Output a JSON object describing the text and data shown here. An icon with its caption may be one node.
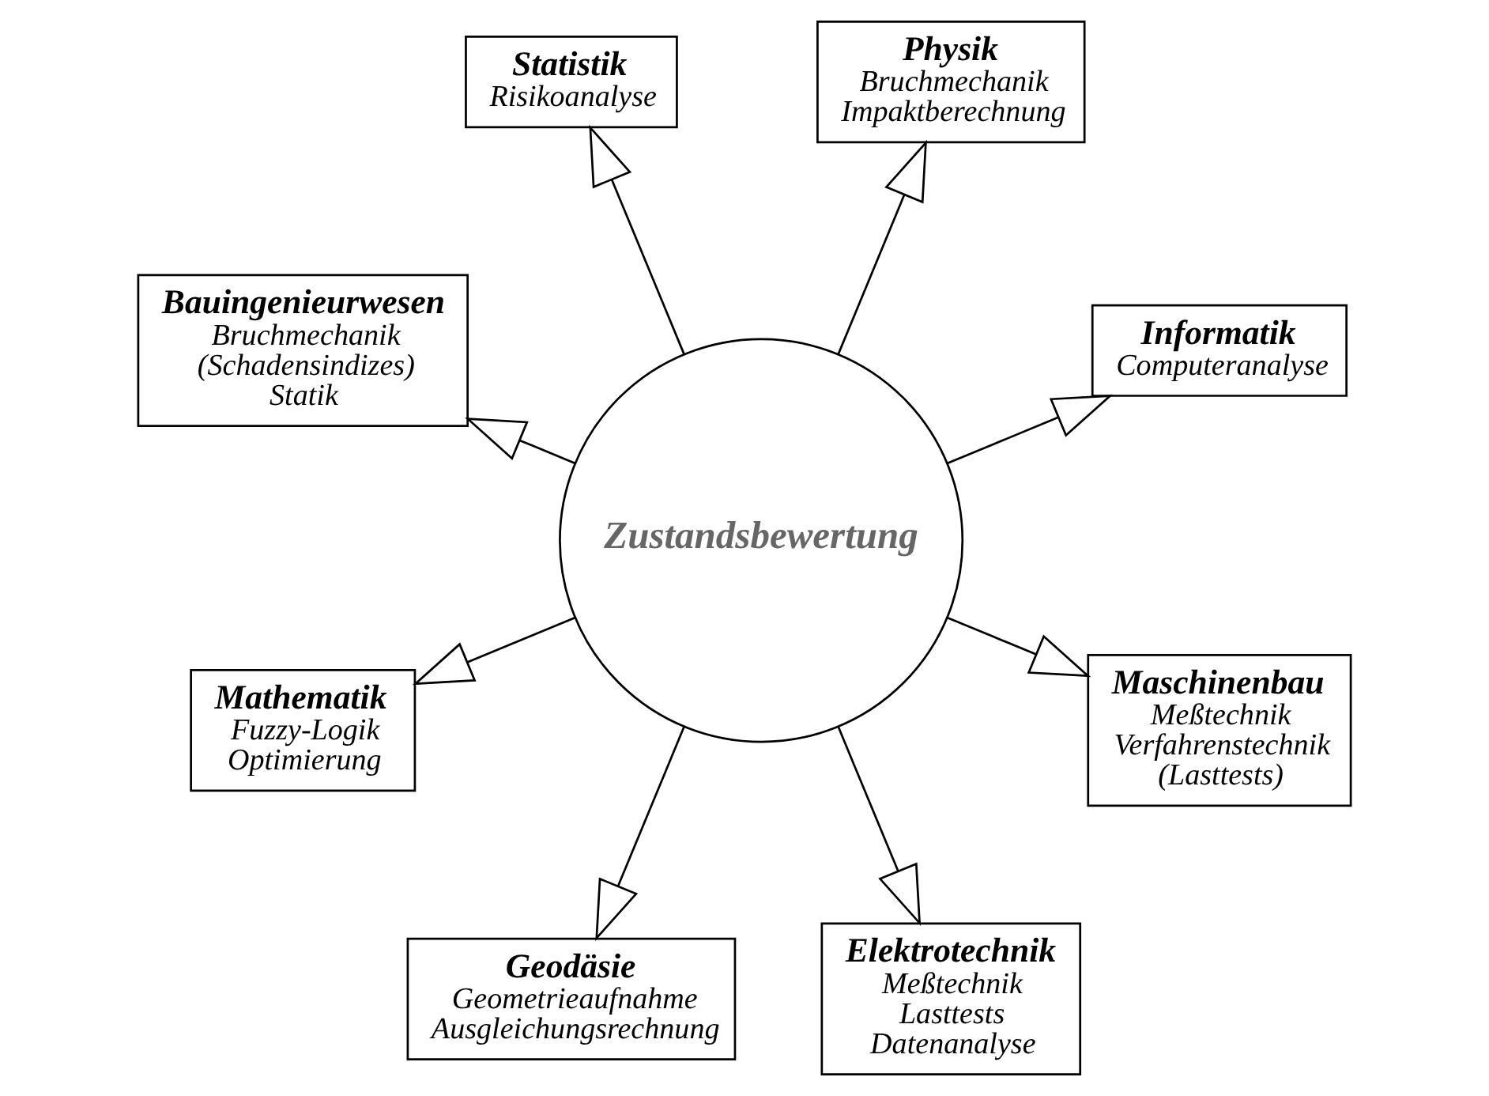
{
  "diagram": {
    "nodes": [
      {
        "text": [
          "Informatik",
          "Computeranalyse"
        ]
      },
      {
        "text": [
          "Physik",
          "Bruchmechanik",
          "Impaktberechnung"
        ]
      },
      {
        "text": [
          "Statistik",
          "Risikoanalyse"
        ]
      },
      {
        "text": [
          "Bauingenieurwesen",
          "Bruchmechanik",
          "(Schadensindizes)",
          "Statik"
        ]
      },
      {
        "text": [
          "Zustandsbewertung"
        ]
      },
      {
        "text": [
          "Mathematik",
          "Fuzzy-Logik",
          "Optimierung"
        ]
      },
      {
        "text": [
          "Geodäsie",
          "Geometrieaufnahme",
          "Ausgleichungsrechnung"
        ]
      },
      {
        "text": [
          "Elektrotechnik",
          "Meßtechnik",
          "Lasttests",
          "Datenanalyse"
        ]
      },
      {
        "text": [
          "Maschinenbau",
          "Meßtechnik",
          "Verfahrenstechnik",
          "(Lasttests)"
        ]
      }
    ],
    "edges": [
      {
        "from": 4,
        "to": 5,
        "arrow": "to"
      },
      {
        "from": 4,
        "to": 2,
        "arrow": "to"
      },
      {
        "from": 4,
        "to": 0,
        "arrow": "to"
      },
      {
        "from": 4,
        "to": 1,
        "arrow": "to"
      },
      {
        "from": 4,
        "to": 3,
        "arrow": "to"
      },
      {
        "from": 4,
        "to": 6,
        "arrow": "to"
      },
      {
        "from": 4,
        "to": 8,
        "arrow": "to"
      },
      {
        "from": 4,
        "to": 7,
        "arrow": "to"
      }
    ]
  }
}
